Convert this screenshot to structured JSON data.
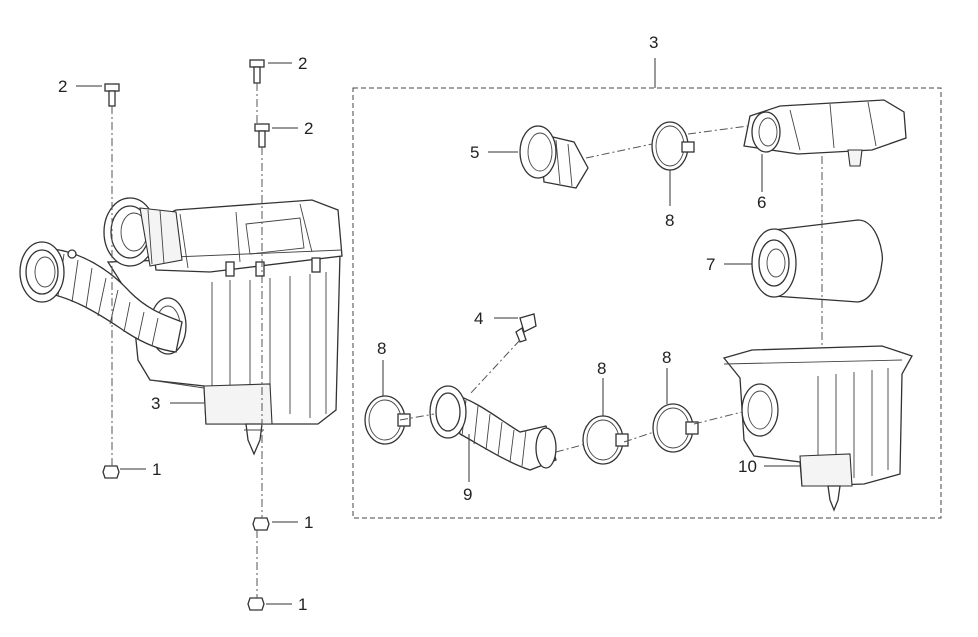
{
  "callouts": {
    "n1a": "1",
    "n1b": "1",
    "n1c": "1",
    "n2a": "2",
    "n2b": "2",
    "n2c": "2",
    "n3a": "3",
    "n3b": "3",
    "n4": "4",
    "n5": "5",
    "n6": "6",
    "n7": "7",
    "n8a": "8",
    "n8b": "8",
    "n8c": "8",
    "n8d": "8",
    "n9": "9",
    "n10": "10"
  }
}
